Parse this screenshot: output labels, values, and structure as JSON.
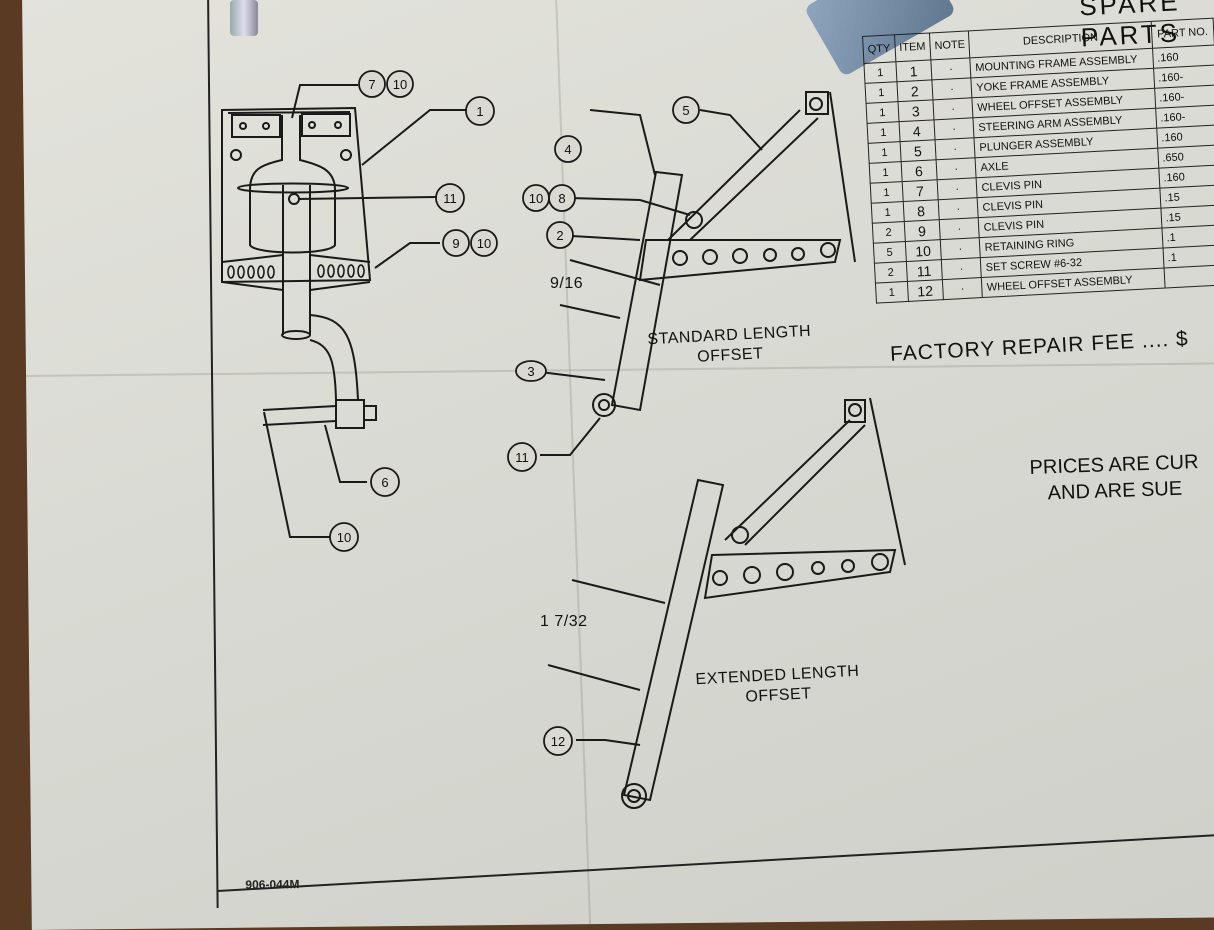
{
  "document": {
    "drawing_number": "906-044M",
    "parts_table": {
      "title": "SPARE PARTS",
      "columns": [
        "QTY",
        "ITEM",
        "NOTE",
        "DESCRIPTION",
        "PART NO."
      ],
      "rows": [
        {
          "qty": "1",
          "item": "1",
          "note": "·",
          "description": "MOUNTING FRAME ASSEMBLY",
          "part_no": ".160"
        },
        {
          "qty": "1",
          "item": "2",
          "note": "·",
          "description": "YOKE FRAME ASSEMBLY",
          "part_no": ".160-"
        },
        {
          "qty": "1",
          "item": "3",
          "note": "·",
          "description": "WHEEL OFFSET ASSEMBLY",
          "part_no": ".160-"
        },
        {
          "qty": "1",
          "item": "4",
          "note": "·",
          "description": "STEERING ARM ASSEMBLY",
          "part_no": ".160-"
        },
        {
          "qty": "1",
          "item": "5",
          "note": "·",
          "description": "PLUNGER ASSEMBLY",
          "part_no": ".160"
        },
        {
          "qty": "1",
          "item": "6",
          "note": "·",
          "description": "AXLE",
          "part_no": ".650"
        },
        {
          "qty": "1",
          "item": "7",
          "note": "·",
          "description": "CLEVIS PIN",
          "part_no": ".160"
        },
        {
          "qty": "1",
          "item": "8",
          "note": "·",
          "description": "CLEVIS PIN",
          "part_no": ".15"
        },
        {
          "qty": "2",
          "item": "9",
          "note": "·",
          "description": "CLEVIS PIN",
          "part_no": ".15"
        },
        {
          "qty": "5",
          "item": "10",
          "note": "·",
          "description": "RETAINING RING",
          "part_no": ".1"
        },
        {
          "qty": "2",
          "item": "11",
          "note": "·",
          "description": "SET SCREW #6-32",
          "part_no": ".1"
        },
        {
          "qty": "1",
          "item": "12",
          "note": "·",
          "description": "WHEEL OFFSET ASSEMBLY",
          "part_no": ""
        }
      ]
    },
    "factory_repair_fee": "FACTORY REPAIR FEE .... $",
    "prices_note": {
      "line1": "PRICES ARE CUR",
      "line2": "AND ARE SUE"
    },
    "views": {
      "standard": {
        "label_line1": "STANDARD LENGTH",
        "label_line2": "OFFSET",
        "dimension": "9/16"
      },
      "extended": {
        "label_line1": "EXTENDED LENGTH",
        "label_line2": "OFFSET",
        "dimension": "1 7/32"
      }
    },
    "callouts": {
      "front_view": [
        "7",
        "10",
        "1",
        "11",
        "9",
        "10",
        "6",
        "10"
      ],
      "standard_view": [
        "5",
        "4",
        "10",
        "8",
        "2",
        "3",
        "11"
      ],
      "extended_view": [
        "12"
      ]
    }
  }
}
